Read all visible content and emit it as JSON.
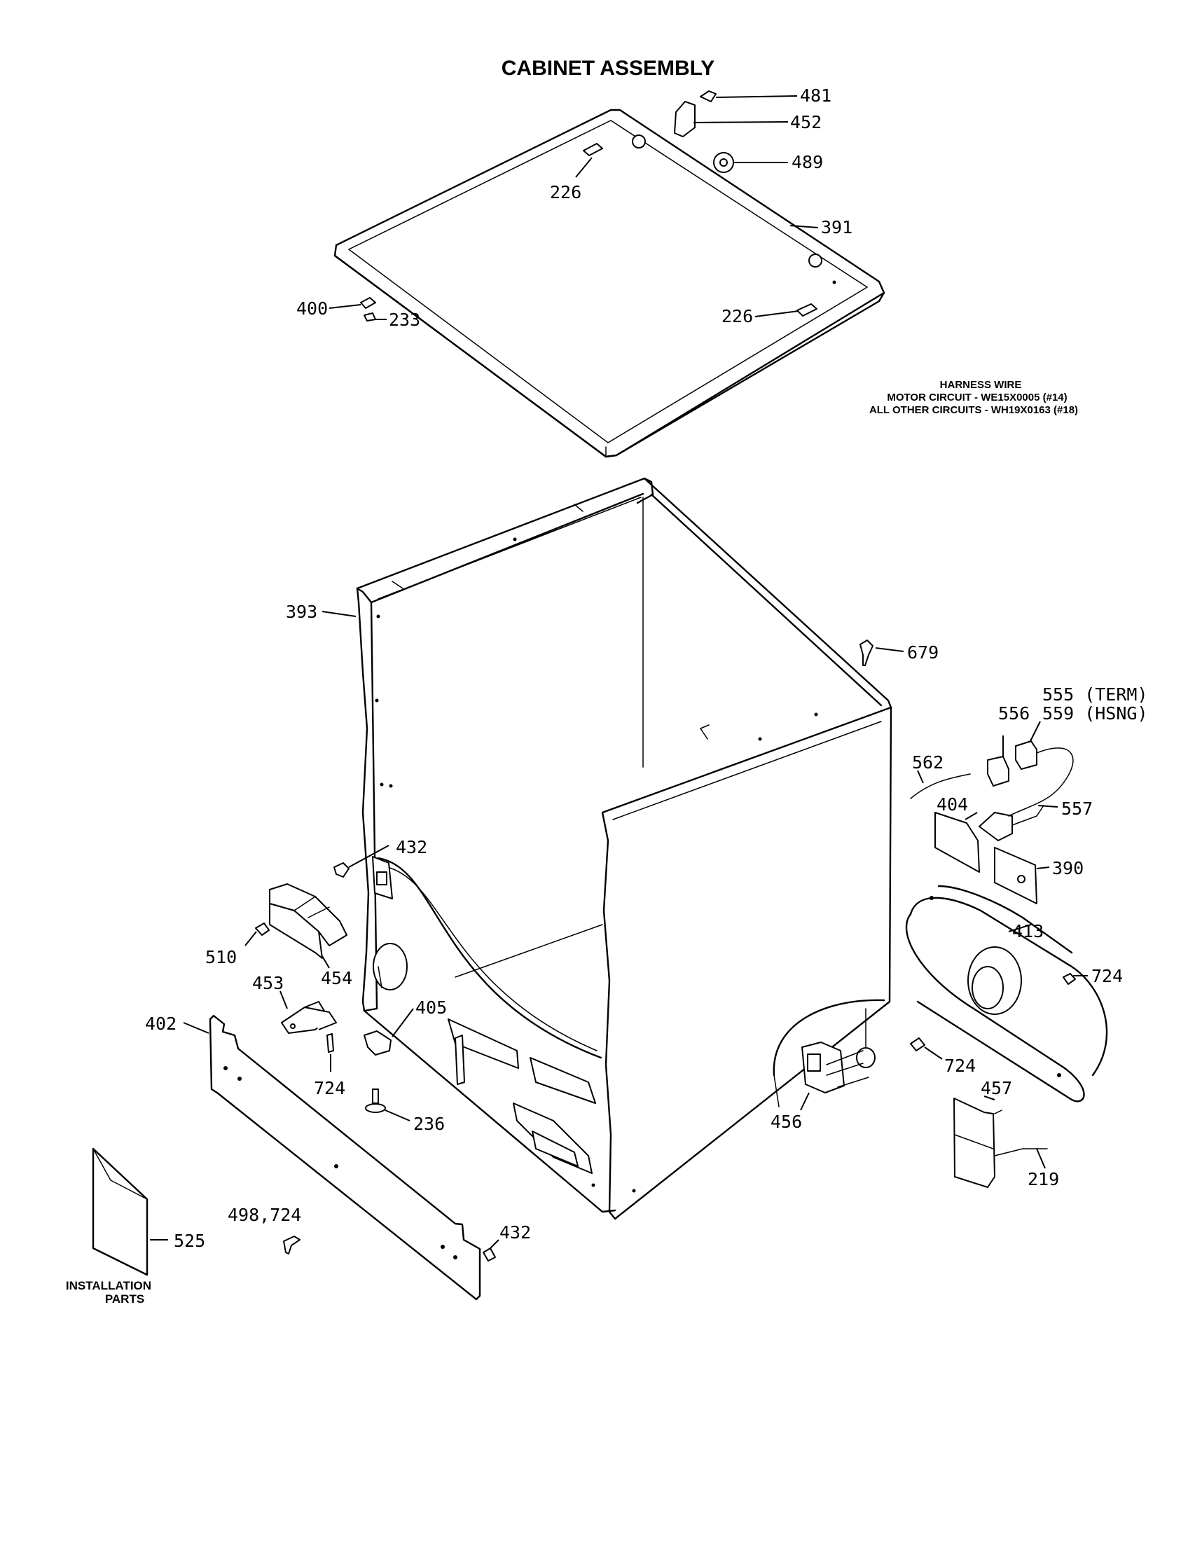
{
  "title": "CABINET ASSEMBLY",
  "harness_note": {
    "heading": "HARNESS WIRE",
    "line1": "MOTOR CIRCUIT - WE15X0005 (#14)",
    "line2": "ALL OTHER CIRCUITS - WH19X0163 (#18)"
  },
  "installation_label": {
    "line1": "INSTALLATION",
    "line2": "PARTS"
  },
  "labels": [
    {
      "id": "481",
      "text": "481"
    },
    {
      "id": "452",
      "text": "452"
    },
    {
      "id": "489",
      "text": "489"
    },
    {
      "id": "226a",
      "text": "226"
    },
    {
      "id": "391",
      "text": "391"
    },
    {
      "id": "400",
      "text": "400"
    },
    {
      "id": "233",
      "text": "233"
    },
    {
      "id": "226b",
      "text": "226"
    },
    {
      "id": "393",
      "text": "393"
    },
    {
      "id": "679",
      "text": "679"
    },
    {
      "id": "555",
      "text": "555 (TERM)"
    },
    {
      "id": "559",
      "text": "559 (HSNG)"
    },
    {
      "id": "556",
      "text": "556"
    },
    {
      "id": "562",
      "text": "562"
    },
    {
      "id": "404",
      "text": "404"
    },
    {
      "id": "557",
      "text": "557"
    },
    {
      "id": "432a",
      "text": "432"
    },
    {
      "id": "390",
      "text": "390"
    },
    {
      "id": "413",
      "text": "413"
    },
    {
      "id": "510",
      "text": "510"
    },
    {
      "id": "454",
      "text": "454"
    },
    {
      "id": "724a",
      "text": "724"
    },
    {
      "id": "453",
      "text": "453"
    },
    {
      "id": "405",
      "text": "405"
    },
    {
      "id": "402",
      "text": "402"
    },
    {
      "id": "724b",
      "text": "724"
    },
    {
      "id": "724c",
      "text": "724"
    },
    {
      "id": "457",
      "text": "457"
    },
    {
      "id": "236",
      "text": "236"
    },
    {
      "id": "456",
      "text": "456"
    },
    {
      "id": "219",
      "text": "219"
    },
    {
      "id": "498",
      "text": "498,724"
    },
    {
      "id": "525",
      "text": "525"
    },
    {
      "id": "432b",
      "text": "432"
    }
  ]
}
